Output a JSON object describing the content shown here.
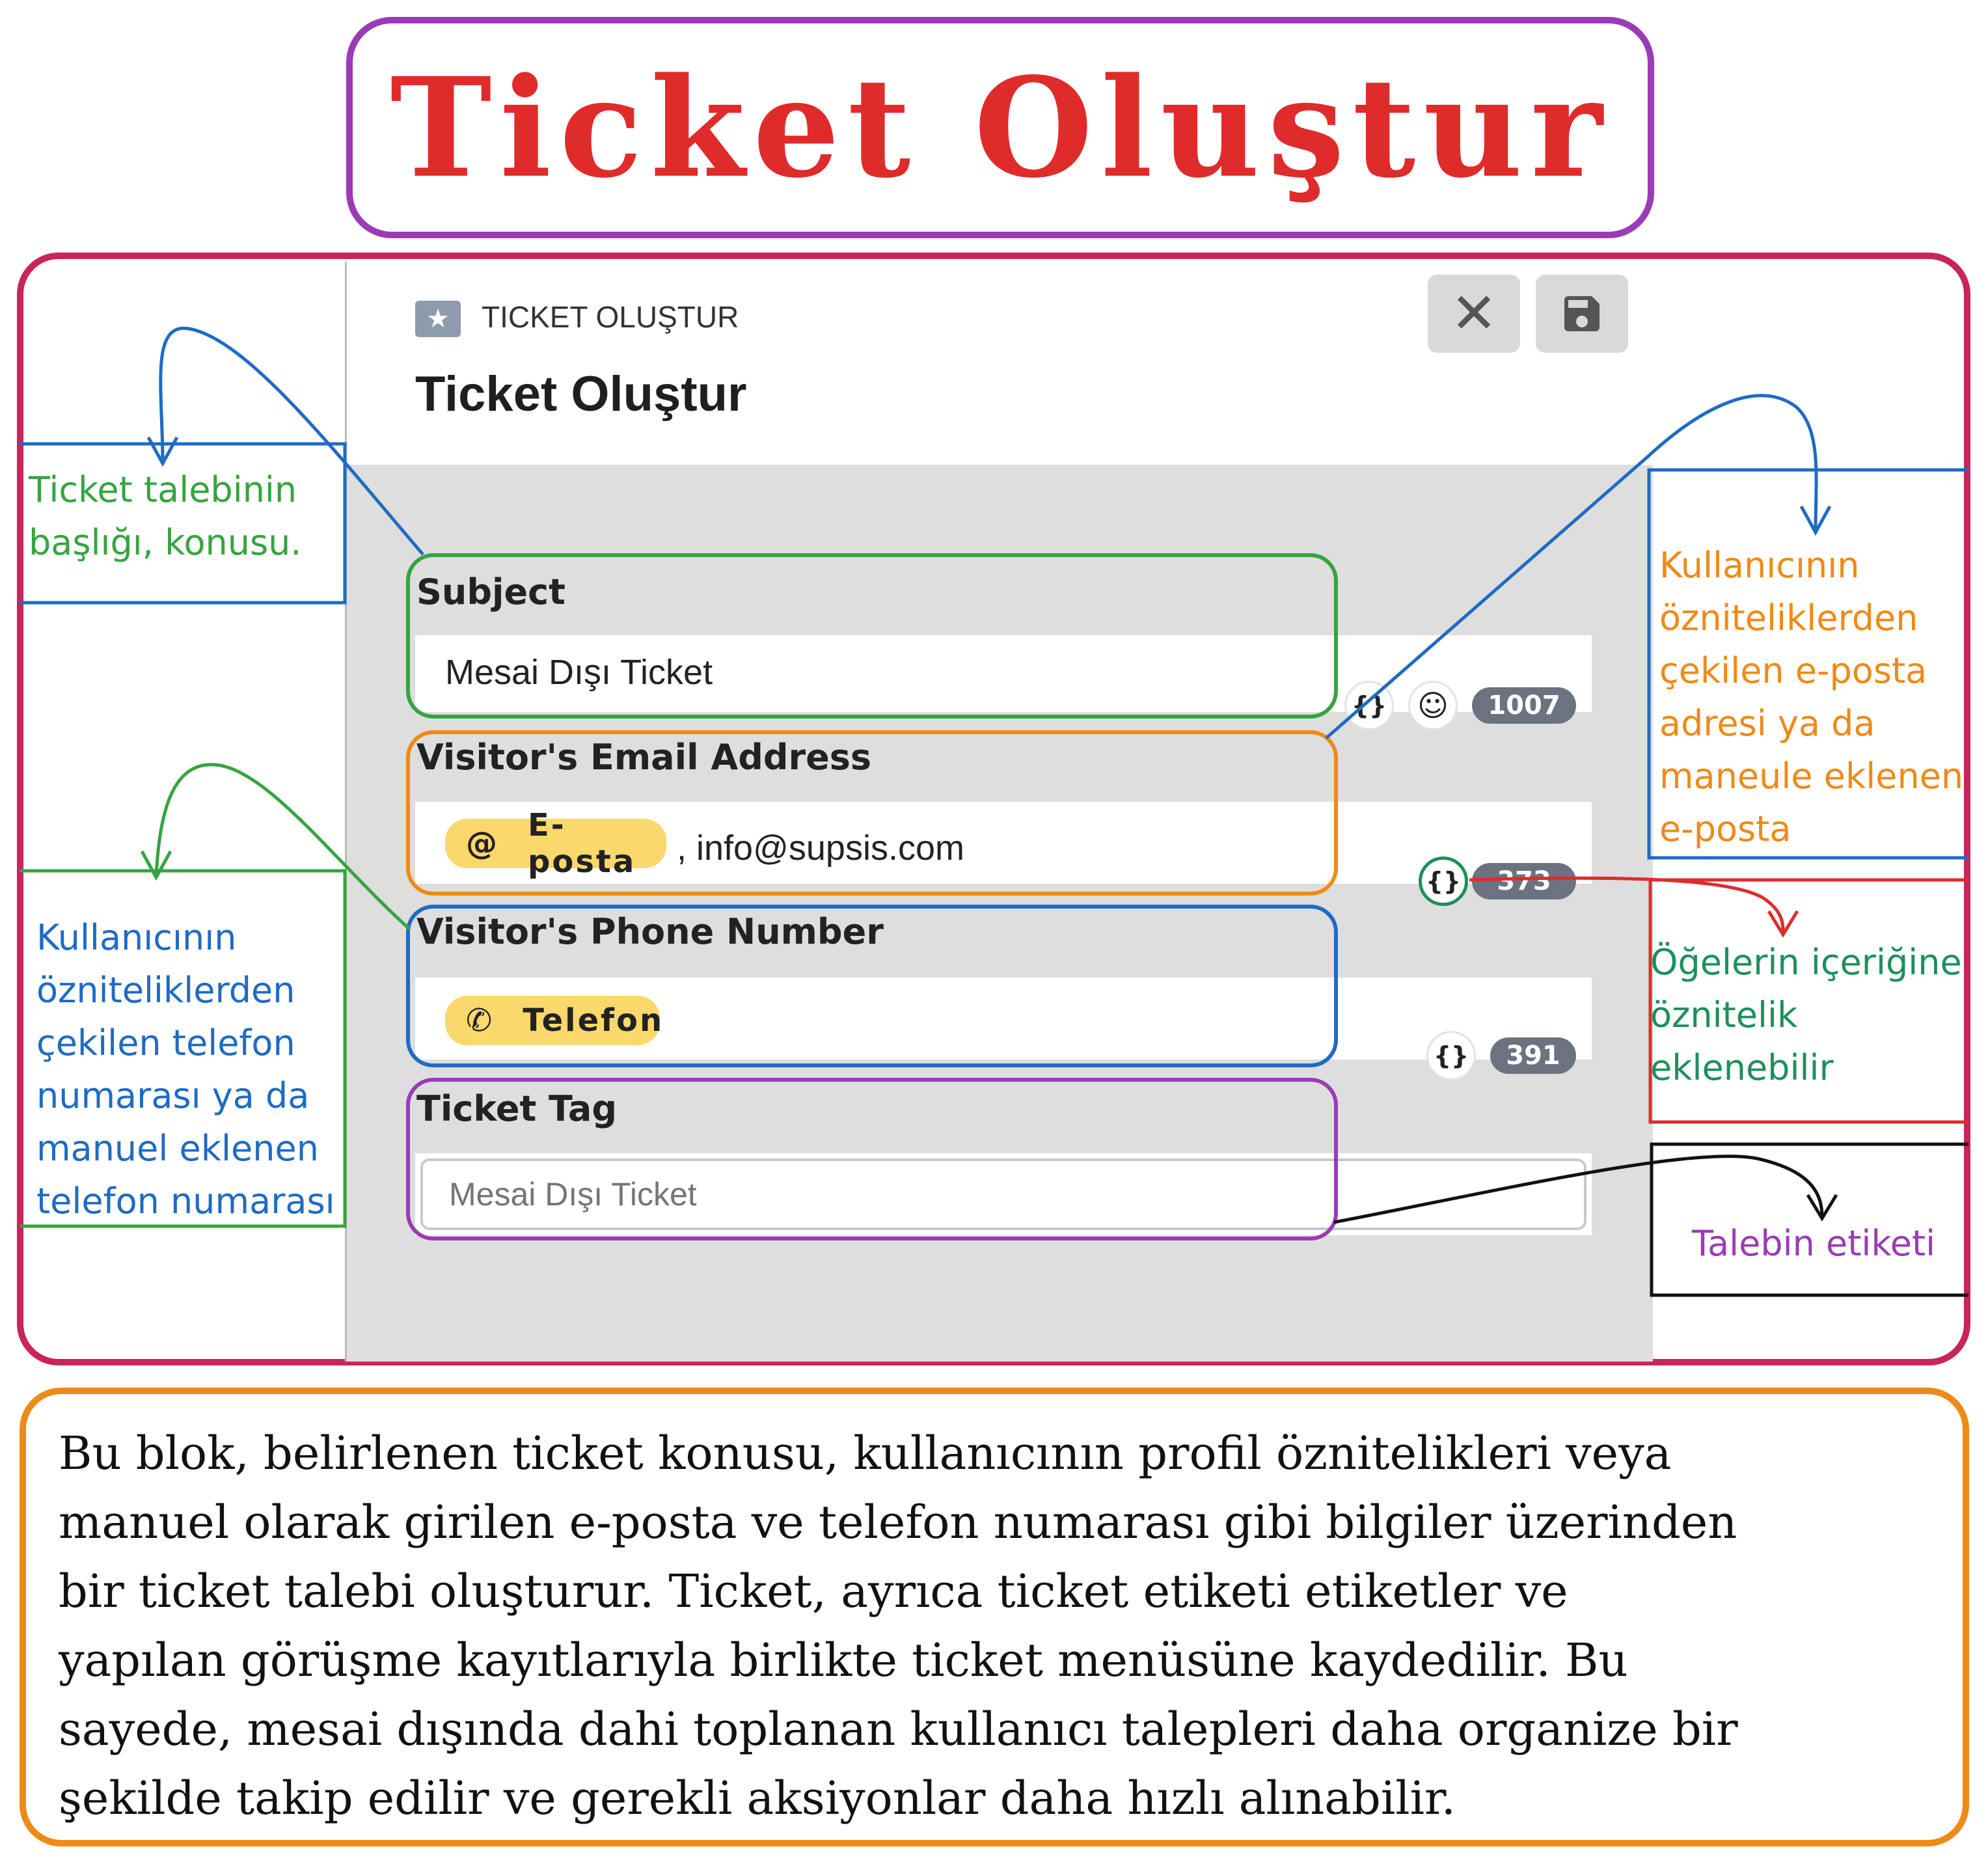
{
  "banner": {
    "title": "Ticket Oluştur"
  },
  "panel": {
    "header": {
      "crumb": "TICKET OLUŞTUR",
      "title": "Ticket Oluştur",
      "icon": "star-icon"
    },
    "toolbar": {
      "close_icon": "close-icon",
      "save_icon": "save-icon"
    },
    "fields": {
      "subject": {
        "label": "Subject",
        "value": "Mesai Dışı Ticket",
        "counter": "1007"
      },
      "email": {
        "label": "Visitor's Email Address",
        "chip_label": "E-posta",
        "chip_icon": "@",
        "value": ", info@supsis.com",
        "counter": "373"
      },
      "phone": {
        "label": "Visitor's Phone Number",
        "chip_label": "Telefon",
        "chip_icon": "phone-icon",
        "counter": "391"
      },
      "tag": {
        "label": "Ticket Tag",
        "placeholder": "Mesai Dışı Ticket"
      }
    }
  },
  "notes": {
    "subject": [
      "Ticket talebinin",
      "başlığı, konusu."
    ],
    "phone": [
      "Kullanıcının",
      "özniteliklerden",
      "çekilen telefon",
      "numarası ya da",
      "manuel eklenen",
      "telefon numarası"
    ],
    "email": [
      "Kullanıcının",
      "özniteliklerden",
      "çekilen e-posta",
      "adresi ya da",
      "maneule eklenen",
      "e-posta"
    ],
    "attribute": [
      "Öğelerin içeriğine",
      "öznitelik",
      "eklenebilir"
    ],
    "tag": "Talebin etiketi"
  },
  "description": [
    "Bu blok, belirlenen ticket konusu, kullanıcının profil öznitelikleri veya",
    "manuel olarak girilen e-posta ve telefon numarası gibi bilgiler üzerinden",
    "bir ticket talebi oluşturur. Ticket, ayrıca ticket etiketi etiketler ve",
    "yapılan görüşme kayıtlarıyla birlikte ticket menüsüne kaydedilir. Bu",
    "sayede, mesai dışında dahi toplanan kullanıcı talepleri daha organize bir",
    "şekilde takip edilir ve gerekli aksiyonlar daha hızlı alınabilir."
  ],
  "colors": {
    "green": "#36a43f",
    "orange": "#ef8a17",
    "blue": "#1e6bc4",
    "purple": "#9b3bb5",
    "red": "#e02b2b",
    "frame": "#c8255a",
    "chip": "#fbd86b"
  }
}
